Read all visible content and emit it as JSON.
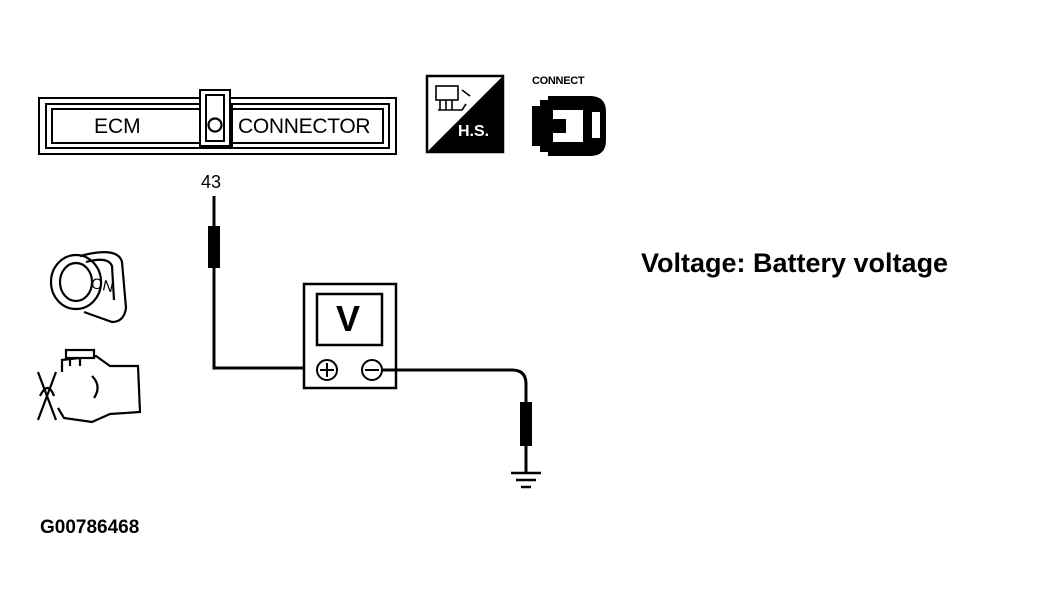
{
  "connector": {
    "left_label": "ECM",
    "right_label": "CONNECTOR"
  },
  "pin": {
    "number": "43"
  },
  "measurement": {
    "text": "Voltage: Battery voltage"
  },
  "figure": {
    "id": "G00786468"
  },
  "icons": {
    "connect_label": "CONNECT",
    "harness_side_label": "H.S.",
    "ignition_label": "ON"
  },
  "meter": {
    "symbol": "V"
  }
}
